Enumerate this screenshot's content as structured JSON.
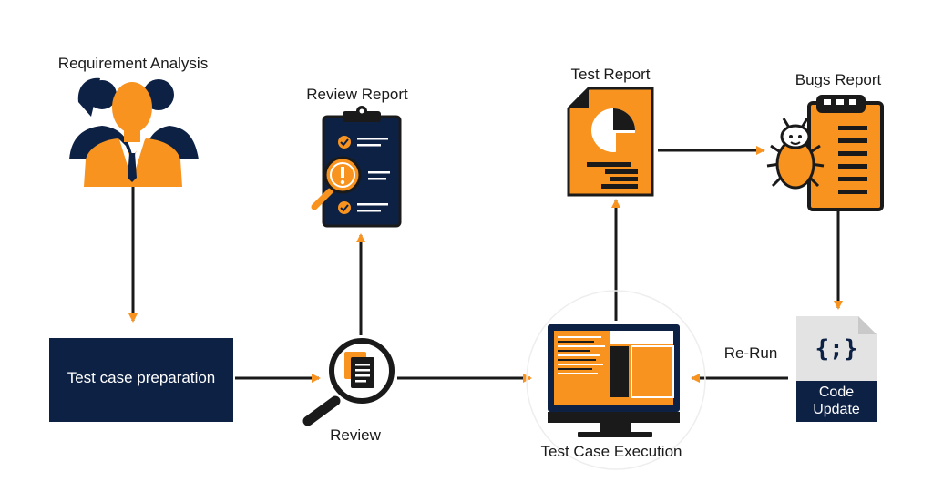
{
  "colors": {
    "navy": "#0d2145",
    "orange": "#f7931e",
    "dark": "#1a1a1a",
    "gray_icon": "#e3e3e3"
  },
  "nodes": {
    "requirement_analysis": {
      "label": "Requirement Analysis",
      "icon": "people-icon"
    },
    "test_case_preparation": {
      "label": "Test case preparation"
    },
    "review": {
      "label": "Review",
      "icon": "magnifier-document-icon"
    },
    "review_report": {
      "label": "Review Report",
      "icon": "clipboard-check-icon"
    },
    "test_case_execution": {
      "label": "Test Case Execution",
      "icon": "monitor-icon"
    },
    "test_report": {
      "label": "Test Report",
      "icon": "report-chart-icon"
    },
    "bugs_report": {
      "label": "Bugs Report",
      "icon": "bug-clipboard-icon"
    },
    "code_update": {
      "symbol": "{;}",
      "line1": "Code",
      "line2": "Update",
      "icon": "code-file-icon"
    }
  },
  "edges": {
    "rerun": {
      "label": "Re-Run"
    }
  }
}
